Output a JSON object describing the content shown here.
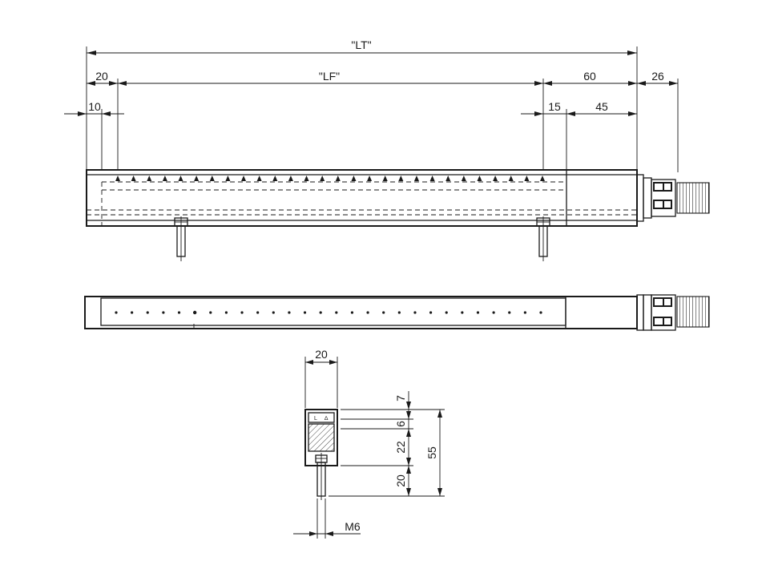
{
  "dimensions": {
    "lt": "\"LT\"",
    "lf": "\"LF\"",
    "d20_left": "20",
    "d10": "10",
    "d60": "60",
    "d26": "26",
    "d15": "15",
    "d45": "45",
    "d20_width": "20",
    "d7": "7",
    "d6": "6",
    "d22": "22",
    "d20_stud": "20",
    "d55": "55",
    "thread": "M6"
  },
  "colors": {
    "ink": "#1a1a1a",
    "background": "#ffffff"
  }
}
